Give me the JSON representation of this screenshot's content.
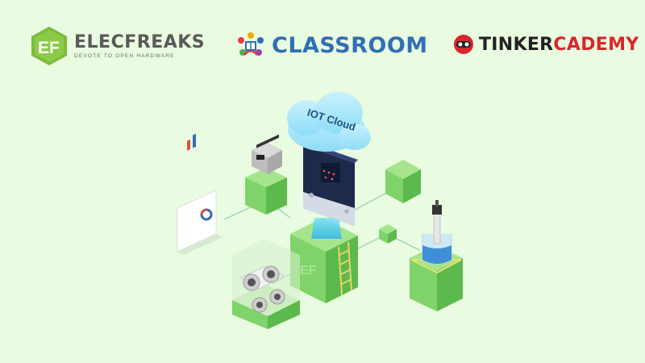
{
  "logos": {
    "elecfreaks": {
      "name": "ELECFREAKS",
      "tagline": "DEVOTE TO OPEN HARDWARE"
    },
    "classroom": {
      "name": "CLASSROOM"
    },
    "tinkercademy": {
      "name_part1": "TINKER",
      "name_part2": "CADEMY"
    }
  },
  "illustration": {
    "cloud_label": "IOT Cloud"
  },
  "colors": {
    "background": "#e9fbe0",
    "cube_green": "#7fd36a",
    "classroom_blue": "#2f6fb6",
    "tinker_red": "#d9262a"
  }
}
